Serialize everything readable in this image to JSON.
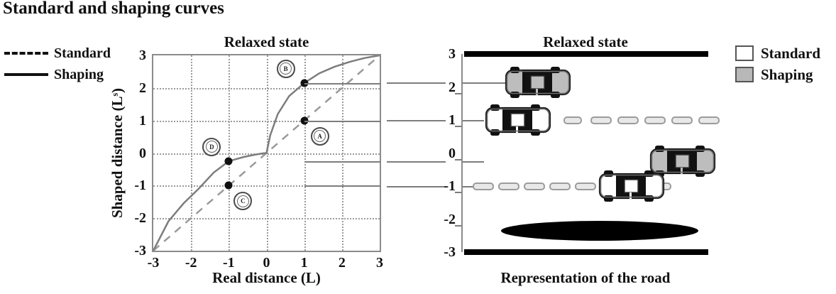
{
  "figure": {
    "title": "Standard and shaping curves",
    "road_caption": "Representation of the road"
  },
  "line_legend": {
    "items": [
      {
        "label": "Standard",
        "style": "dashed"
      },
      {
        "label": "Shaping",
        "style": "solid"
      }
    ]
  },
  "box_legend": {
    "items": [
      {
        "label": "Standard",
        "fill": "#ffffff"
      },
      {
        "label": "Shaping",
        "fill": "#b8b8b8"
      }
    ]
  },
  "plot": {
    "title": "Relaxed state",
    "xlabel": "Real distance (L)",
    "ylabel": "Shaped distance (Lˢ)",
    "xticks": [
      "-3",
      "-2",
      "-1",
      "0",
      "1",
      "2",
      "3"
    ],
    "yticks": [
      "3",
      "2",
      "1",
      "0",
      "-1",
      "-2",
      "-3"
    ]
  },
  "road": {
    "title": "Relaxed state",
    "yticks": [
      "3",
      "2",
      "1",
      "0",
      "-1",
      "-2",
      "-3"
    ]
  },
  "chart_data": {
    "type": "line",
    "title": "Relaxed state",
    "xlabel": "Real distance (L)",
    "ylabel": "Shaped distance (Lˢ)",
    "xlim": [
      -3,
      3
    ],
    "ylim": [
      -3,
      3
    ],
    "xticks": [
      -3,
      -2,
      -1,
      0,
      1,
      2,
      3
    ],
    "yticks": [
      -3,
      -2,
      -1,
      0,
      1,
      2,
      3
    ],
    "grid": true,
    "legend_position": "outside-left",
    "series": [
      {
        "name": "Standard",
        "style": "dashed",
        "color": "#9a9a9a",
        "x": [
          -3,
          -2,
          -1,
          0,
          1,
          2,
          3
        ],
        "y": [
          -3,
          -2,
          -1,
          0,
          1,
          2,
          3
        ]
      },
      {
        "name": "Shaping",
        "style": "solid",
        "color": "#7d7d7d",
        "x": [
          -3,
          -2.6,
          -2.2,
          -1.8,
          -1.4,
          -1,
          -0.6,
          -0.3,
          -0.1,
          0,
          0.1,
          0.3,
          0.6,
          1,
          1.4,
          1.8,
          2.2,
          2.6,
          3
        ],
        "y": [
          -3,
          -2.1,
          -1.55,
          -1.1,
          -0.6,
          -0.25,
          -0.12,
          -0.05,
          -0.01,
          0,
          0.55,
          1.2,
          1.75,
          2.15,
          2.45,
          2.65,
          2.8,
          2.92,
          3
        ]
      }
    ],
    "annotated_points": [
      {
        "label": "A",
        "x": 1,
        "y": 1,
        "series": "Standard"
      },
      {
        "label": "B",
        "x": 1,
        "y": 2.15,
        "series": "Shaping"
      },
      {
        "label": "C",
        "x": -1,
        "y": -1,
        "series": "Standard"
      },
      {
        "label": "D",
        "x": -1,
        "y": -0.25,
        "series": "Shaping"
      }
    ],
    "road_markers": [
      {
        "y": 2.15,
        "type": "car",
        "fill": "shaping"
      },
      {
        "y": 1,
        "type": "car",
        "fill": "standard"
      },
      {
        "y": -0.25,
        "type": "car",
        "fill": "shaping"
      },
      {
        "y": -1,
        "type": "car",
        "fill": "standard"
      }
    ]
  }
}
